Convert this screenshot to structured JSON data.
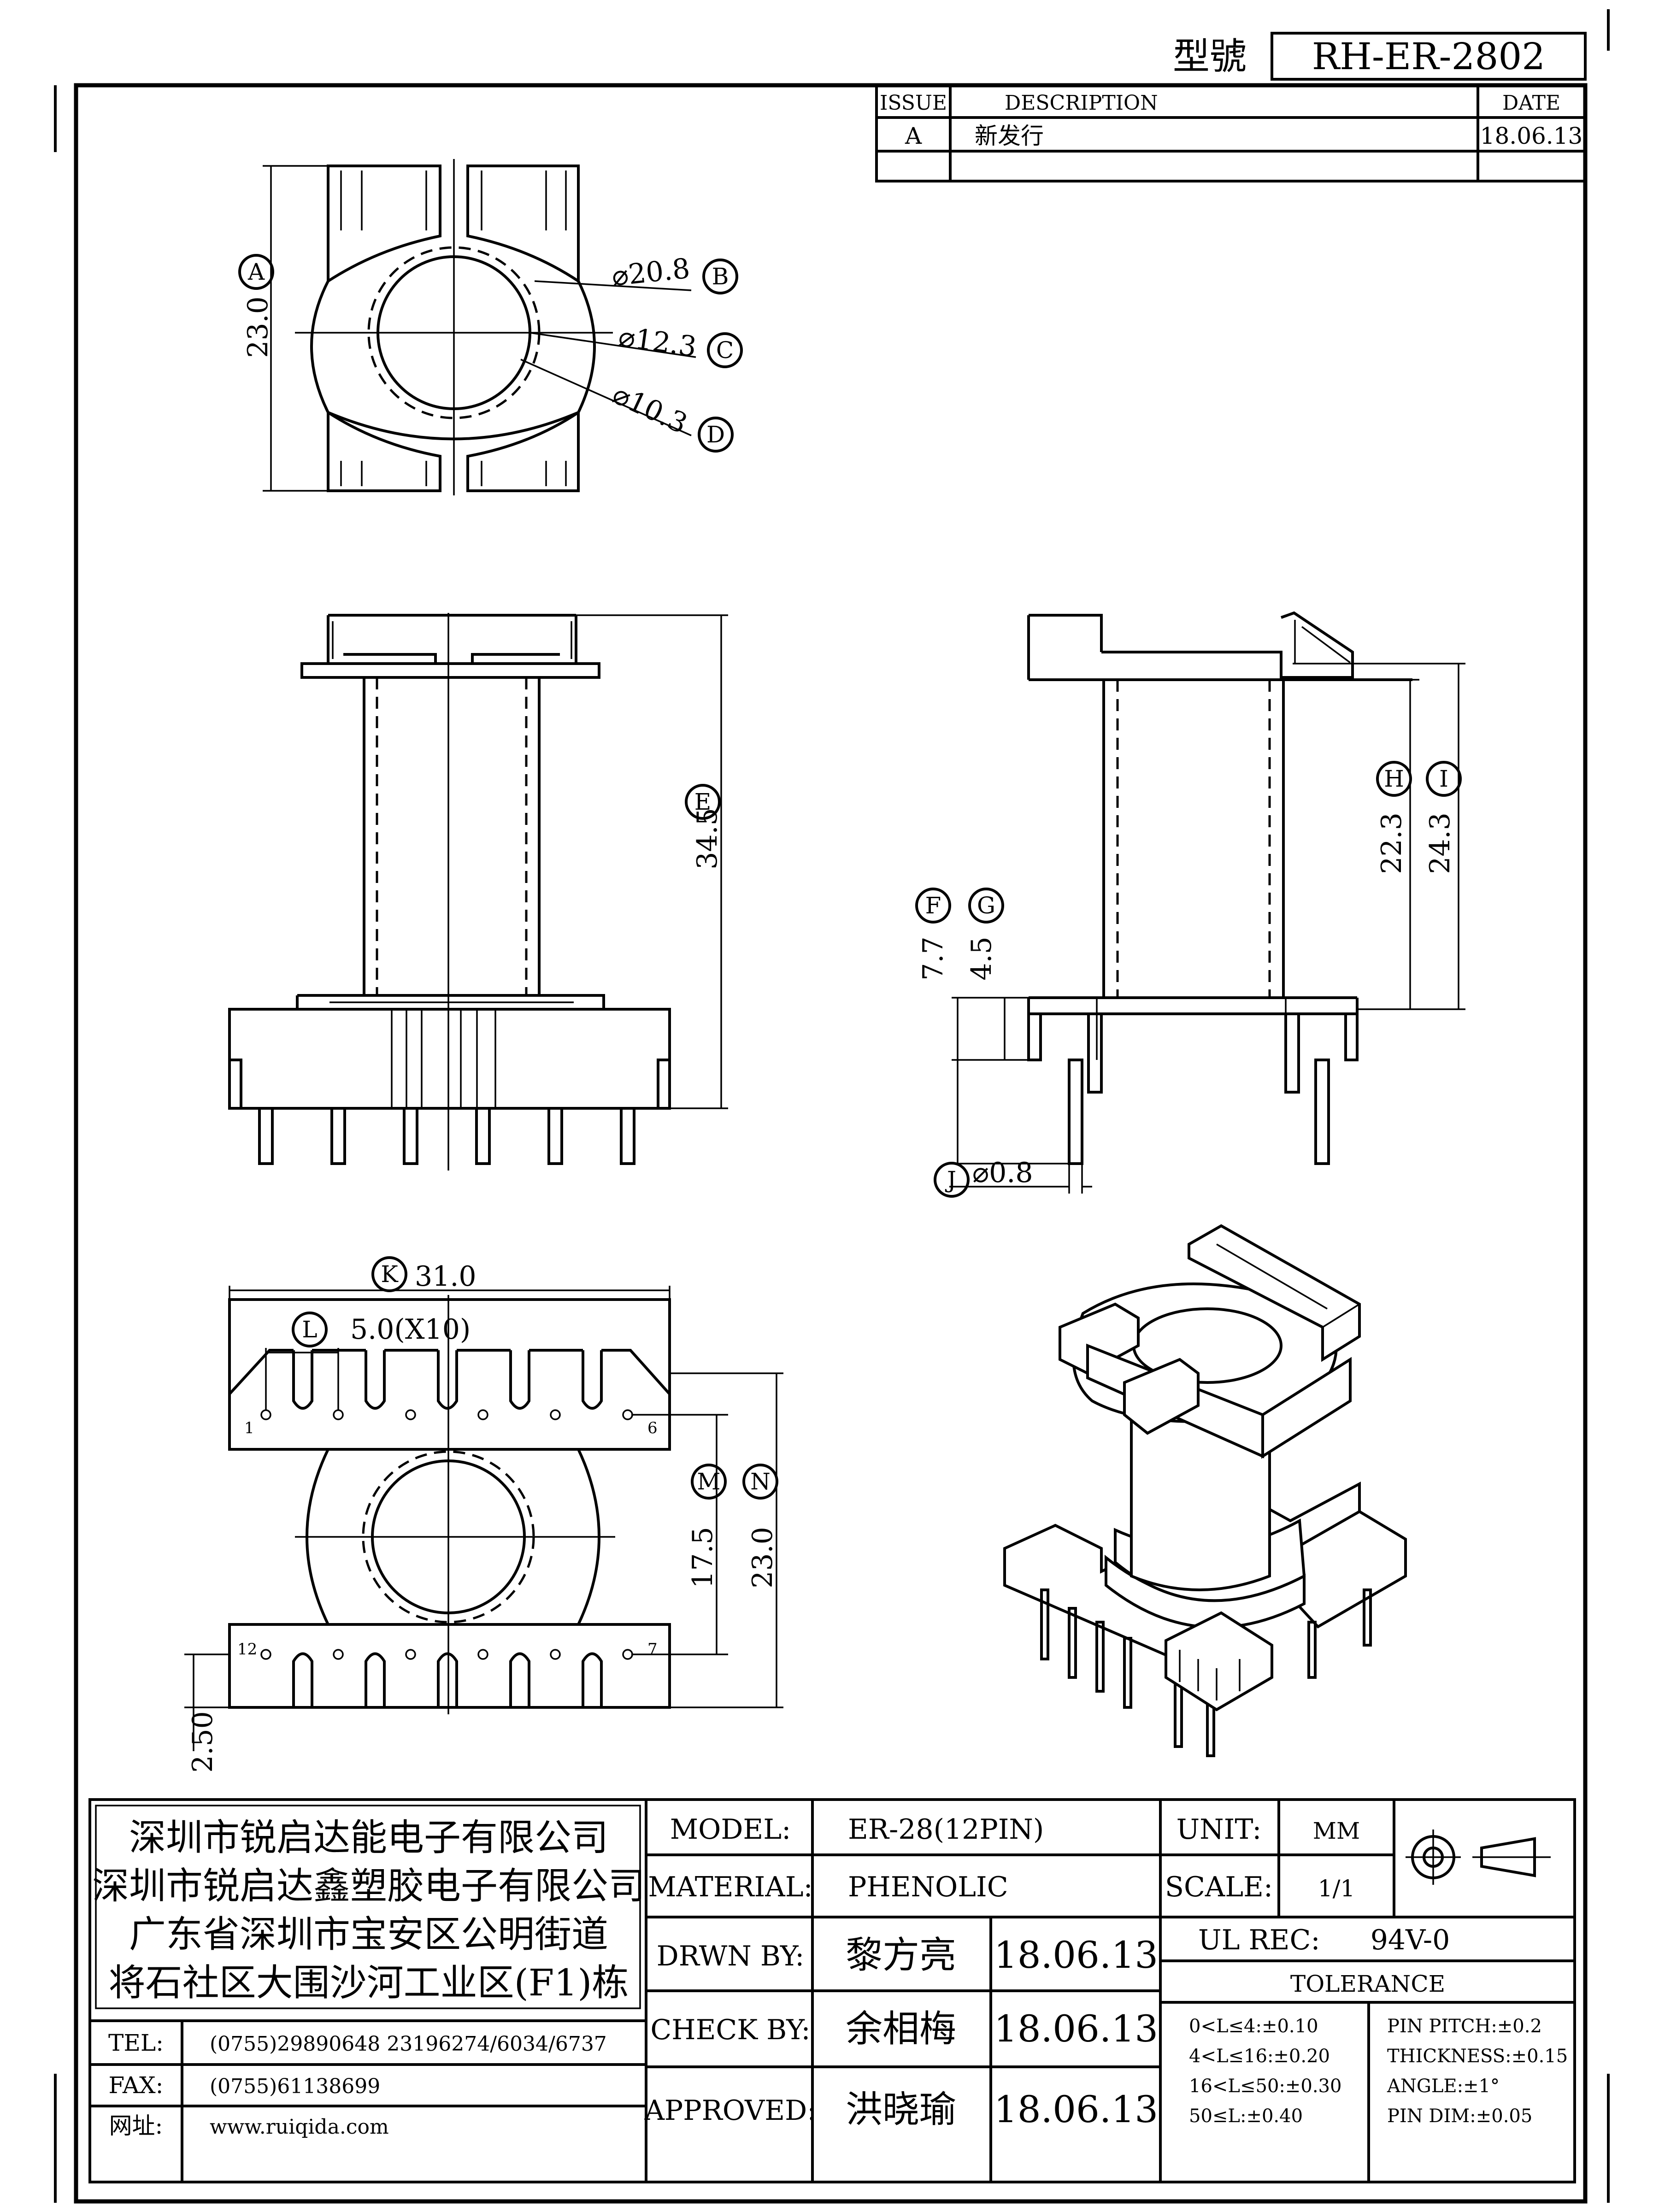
{
  "title_block": {
    "model_no_label": "型號",
    "model_no": "RH-ER-2802"
  },
  "revision_table": {
    "headers": [
      "ISSUE",
      "DESCRIPTION",
      "DATE"
    ],
    "rows": [
      {
        "issue": "A",
        "description": "新发行",
        "date": "18.06.13"
      }
    ]
  },
  "dimensions": {
    "A": "23.0",
    "B": "⌀20.8",
    "C": "⌀12.3",
    "D": "⌀10.3",
    "E": "34.5",
    "F": "7.7",
    "G": "4.5",
    "H": "22.3",
    "I": "24.3",
    "J": "⌀0.8",
    "K": "31.0",
    "L": "5.0(X10)",
    "M": "17.5",
    "N": "23.0",
    "pin_offset": "2.50"
  },
  "balloons": [
    "A",
    "B",
    "C",
    "D",
    "E",
    "F",
    "G",
    "H",
    "I",
    "J",
    "K",
    "L",
    "M",
    "N"
  ],
  "pin_labels": [
    "1",
    "6",
    "12",
    "7"
  ],
  "company": {
    "lines": [
      "深圳市锐启达能电子有限公司",
      "深圳市锐启达鑫塑胶电子有限公司",
      "广东省深圳市宝安区公明街道",
      "将石社区大围沙河工业区(F1)栋"
    ],
    "tel_label": "TEL:",
    "tel": "(0755)29890648   23196274/6034/6737",
    "fax_label": "FAX:",
    "fax": "(0755)61138699",
    "web_label": "网址:",
    "web": "www.ruiqida.com"
  },
  "spec": {
    "model_label": "MODEL:",
    "model": "ER-28(12PIN)",
    "material_label": "MATERIAL:",
    "material": "PHENOLIC",
    "unit_label": "UNIT:",
    "unit": "MM",
    "scale_label": "SCALE:",
    "scale": "1/1",
    "ul_label": "UL REC:",
    "ul": "94V-0",
    "drawn_label": "DRWN BY:",
    "drawn_by": "黎方亮",
    "drawn_date": "18.06.13",
    "check_label": "CHECK BY:",
    "check_by": "余相梅",
    "check_date": "18.06.13",
    "approved_label": "APPROVED:",
    "approved_by": "洪晓瑜",
    "approved_date": "18.06.13"
  },
  "tolerance": {
    "title": "TOLERANCE",
    "ranges": [
      "0<L≤4:±0.10",
      "4<L≤16:±0.20",
      "16<L≤50:±0.30",
      "50≤L:±0.40"
    ],
    "others": [
      "PIN PITCH:±0.2",
      "THICKNESS:±0.15",
      "ANGLE:±1°",
      "PIN DIM:±0.05"
    ]
  }
}
